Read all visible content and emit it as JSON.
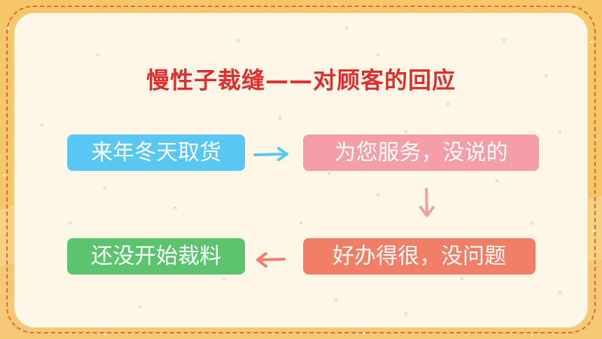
{
  "title": "慢性子裁缝——对顾客的回应",
  "steps": [
    {
      "text": "来年冬天取货",
      "color": "#58c7f3"
    },
    {
      "text": "为您服务，没说的",
      "color": "#f59ea8"
    },
    {
      "text": "好办得很，没问题",
      "color": "#f27e66"
    },
    {
      "text": "还没开始裁料",
      "color": "#5cc46e"
    }
  ],
  "arrows": [
    {
      "from": 1,
      "to": 2,
      "direction": "right",
      "color": "#58c7f3"
    },
    {
      "from": 2,
      "to": 3,
      "direction": "down",
      "color": "#f59ea8"
    },
    {
      "from": 3,
      "to": 4,
      "direction": "left",
      "color": "#f27e66"
    }
  ]
}
